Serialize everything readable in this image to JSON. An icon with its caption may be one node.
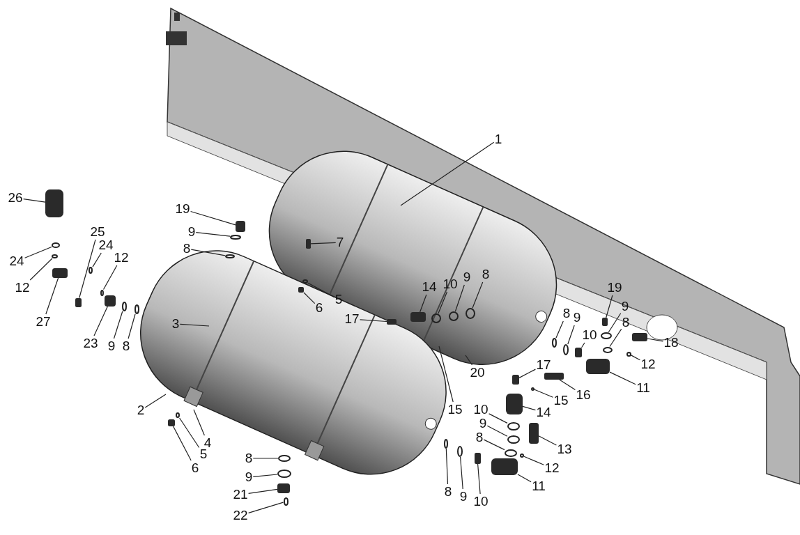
{
  "diagram": {
    "nodes": [
      {
        "text": [
          "1"
        ]
      },
      {
        "text": [
          "26"
        ]
      },
      {
        "text": [
          "19"
        ]
      },
      {
        "text": [
          "9"
        ]
      },
      {
        "text": [
          "8"
        ]
      },
      {
        "text": [
          "7"
        ]
      },
      {
        "text": [
          "25"
        ]
      },
      {
        "text": [
          "24"
        ]
      },
      {
        "text": [
          "12"
        ]
      },
      {
        "text": [
          "24"
        ]
      },
      {
        "text": [
          "12"
        ]
      },
      {
        "text": [
          "27"
        ]
      },
      {
        "text": [
          "5"
        ]
      },
      {
        "text": [
          "6"
        ]
      },
      {
        "text": [
          "14"
        ]
      },
      {
        "text": [
          "10"
        ]
      },
      {
        "text": [
          "9"
        ]
      },
      {
        "text": [
          "8"
        ]
      },
      {
        "text": [
          "17"
        ]
      },
      {
        "text": [
          "3"
        ]
      },
      {
        "text": [
          "23"
        ]
      },
      {
        "text": [
          "9"
        ]
      },
      {
        "text": [
          "8"
        ]
      },
      {
        "text": [
          "19"
        ]
      },
      {
        "text": [
          "9"
        ]
      },
      {
        "text": [
          "8"
        ]
      },
      {
        "text": [
          "9"
        ]
      },
      {
        "text": [
          "10"
        ]
      },
      {
        "text": [
          "8"
        ]
      },
      {
        "text": [
          "18"
        ]
      },
      {
        "text": [
          "12"
        ]
      },
      {
        "text": [
          "20"
        ]
      },
      {
        "text": [
          "15"
        ]
      },
      {
        "text": [
          "17"
        ]
      },
      {
        "text": [
          "16"
        ]
      },
      {
        "text": [
          "15"
        ]
      },
      {
        "text": [
          "11"
        ]
      },
      {
        "text": [
          "2"
        ]
      },
      {
        "text": [
          "4"
        ]
      },
      {
        "text": [
          "5"
        ]
      },
      {
        "text": [
          "6"
        ]
      },
      {
        "text": [
          "14"
        ]
      },
      {
        "text": [
          "10"
        ]
      },
      {
        "text": [
          "9"
        ]
      },
      {
        "text": [
          "13"
        ]
      },
      {
        "text": [
          "8"
        ]
      },
      {
        "text": [
          "12"
        ]
      },
      {
        "text": [
          "11"
        ]
      },
      {
        "text": [
          "8"
        ]
      },
      {
        "text": [
          "9"
        ]
      },
      {
        "text": [
          "10"
        ]
      },
      {
        "text": [
          "8"
        ]
      },
      {
        "text": [
          "9"
        ]
      },
      {
        "text": [
          "21"
        ]
      },
      {
        "text": [
          "22"
        ]
      },
      {
        "text": [],
        "shape": "box"
      },
      {
        "text": [],
        "shape": "box"
      },
      {
        "text": [],
        "shape": "circle"
      },
      {
        "text": [],
        "shape": "circle"
      },
      {
        "text": [],
        "shape": "box"
      },
      {
        "text": [],
        "shape": "box"
      },
      {
        "text": [],
        "shape": "circle"
      },
      {
        "text": [],
        "shape": "circle"
      },
      {
        "text": [],
        "shape": "circle"
      },
      {
        "text": [],
        "shape": "circle"
      },
      {
        "text": [],
        "shape": "box"
      },
      {
        "text": [],
        "shape": "circle"
      },
      {
        "text": [],
        "shape": "box"
      },
      {
        "text": [],
        "shape": "box"
      },
      {
        "text": [],
        "shape": "circle"
      },
      {
        "text": [],
        "shape": "circle"
      },
      {
        "text": [],
        "shape": "circle"
      },
      {
        "text": [],
        "shape": "box"
      },
      {
        "text": [],
        "shape": "box"
      },
      {
        "text": [],
        "shape": "circle"
      },
      {
        "text": [],
        "shape": "circle"
      },
      {
        "text": [],
        "shape": "box"
      },
      {
        "text": [],
        "shape": "circle"
      },
      {
        "text": [],
        "shape": "circle"
      },
      {
        "text": [],
        "shape": "circle"
      },
      {
        "text": [],
        "shape": "box"
      },
      {
        "text": [],
        "shape": "circle"
      },
      {
        "text": [],
        "shape": "box"
      },
      {
        "text": [],
        "shape": "circle"
      },
      {
        "text": [],
        "shape": "box"
      },
      {
        "text": [],
        "shape": "box"
      },
      {
        "text": [],
        "shape": "circle"
      },
      {
        "text": [],
        "shape": "box"
      },
      {
        "text": [],
        "shape": "circle"
      },
      {
        "text": [],
        "shape": "box"
      },
      {
        "text": [],
        "shape": "box"
      },
      {
        "text": [],
        "shape": "circle"
      },
      {
        "text": [],
        "shape": "circle"
      },
      {
        "text": [],
        "shape": "box"
      },
      {
        "text": [],
        "shape": "circle"
      },
      {
        "text": [],
        "shape": "circle"
      },
      {
        "text": [],
        "shape": "box"
      },
      {
        "text": [],
        "shape": "circle"
      },
      {
        "text": [],
        "shape": "circle"
      },
      {
        "text": [],
        "shape": "box"
      },
      {
        "text": [],
        "shape": "circle"
      },
      {
        "text": [],
        "shape": "circle"
      },
      {
        "text": [],
        "shape": "box"
      },
      {
        "text": [],
        "shape": "circle"
      }
    ],
    "edges": [
      {
        "from": 0,
        "to": null,
        "arrow": "none"
      },
      {
        "from": 1,
        "to": 55,
        "arrow": "none"
      },
      {
        "from": 2,
        "to": 56,
        "arrow": "none"
      },
      {
        "from": 3,
        "to": 57,
        "arrow": "none"
      },
      {
        "from": 4,
        "to": 58,
        "arrow": "none"
      },
      {
        "from": 5,
        "to": 59,
        "arrow": "none"
      },
      {
        "from": 6,
        "to": 60,
        "arrow": "none"
      },
      {
        "from": 7,
        "to": 61,
        "arrow": "none"
      },
      {
        "from": 8,
        "to": 62,
        "arrow": "none"
      },
      {
        "from": 9,
        "to": 63,
        "arrow": "none"
      },
      {
        "from": 10,
        "to": 64,
        "arrow": "none"
      },
      {
        "from": 11,
        "to": 65,
        "arrow": "none"
      },
      {
        "from": 12,
        "to": 66,
        "arrow": "none"
      },
      {
        "from": 13,
        "to": 67,
        "arrow": "none"
      },
      {
        "from": 14,
        "to": 68,
        "arrow": "none"
      },
      {
        "from": 15,
        "to": 69,
        "arrow": "none"
      },
      {
        "from": 16,
        "to": 70,
        "arrow": "none"
      },
      {
        "from": 17,
        "to": 71,
        "arrow": "none"
      },
      {
        "from": 18,
        "to": 72,
        "arrow": "none"
      },
      {
        "from": 19,
        "to": null,
        "arrow": "none"
      },
      {
        "from": 20,
        "to": 73,
        "arrow": "none"
      },
      {
        "from": 21,
        "to": 74,
        "arrow": "none"
      },
      {
        "from": 22,
        "to": 75,
        "arrow": "none"
      },
      {
        "from": 23,
        "to": 76,
        "arrow": "none"
      },
      {
        "from": 24,
        "to": 77,
        "arrow": "none"
      },
      {
        "from": 25,
        "to": 78,
        "arrow": "none"
      },
      {
        "from": 26,
        "to": 79,
        "arrow": "none"
      },
      {
        "from": 27,
        "to": 80,
        "arrow": "none"
      },
      {
        "from": 28,
        "to": 81,
        "arrow": "none"
      },
      {
        "from": 29,
        "to": 82,
        "arrow": "none"
      },
      {
        "from": 30,
        "to": 83,
        "arrow": "none"
      },
      {
        "from": 31,
        "to": null,
        "arrow": "none"
      },
      {
        "from": 32,
        "to": null,
        "arrow": "none"
      },
      {
        "from": 33,
        "to": 84,
        "arrow": "none"
      },
      {
        "from": 34,
        "to": 85,
        "arrow": "none"
      },
      {
        "from": 35,
        "to": 86,
        "arrow": "none"
      },
      {
        "from": 36,
        "to": 87,
        "arrow": "none"
      },
      {
        "from": 37,
        "to": null,
        "arrow": "none"
      },
      {
        "from": 38,
        "to": null,
        "arrow": "none"
      },
      {
        "from": 39,
        "to": 88,
        "arrow": "none"
      },
      {
        "from": 40,
        "to": 89,
        "arrow": "none"
      },
      {
        "from": 41,
        "to": 90,
        "arrow": "none"
      },
      {
        "from": 42,
        "to": 91,
        "arrow": "none"
      },
      {
        "from": 43,
        "to": 92,
        "arrow": "none"
      },
      {
        "from": 44,
        "to": 93,
        "arrow": "none"
      },
      {
        "from": 45,
        "to": 94,
        "arrow": "none"
      },
      {
        "from": 46,
        "to": 95,
        "arrow": "none"
      },
      {
        "from": 47,
        "to": 96,
        "arrow": "none"
      },
      {
        "from": 48,
        "to": 97,
        "arrow": "none"
      },
      {
        "from": 49,
        "to": 98,
        "arrow": "none"
      },
      {
        "from": 50,
        "to": 99,
        "arrow": "none"
      },
      {
        "from": 51,
        "to": 100,
        "arrow": "none"
      },
      {
        "from": 52,
        "to": 101,
        "arrow": "none"
      },
      {
        "from": 53,
        "to": 102,
        "arrow": "none"
      },
      {
        "from": 54,
        "to": 103,
        "arrow": "none"
      }
    ]
  }
}
